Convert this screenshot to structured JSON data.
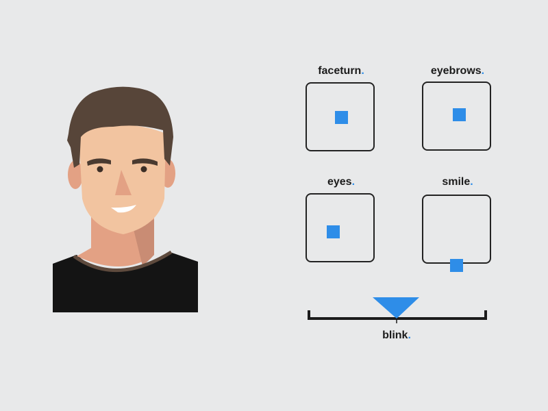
{
  "controls": [
    {
      "label": "faceturn",
      "suffix": ".",
      "value_x": 0.5,
      "value_y": 0.5
    },
    {
      "label": "eyebrows",
      "suffix": ".",
      "value_x": 0.5,
      "value_y": 0.45
    },
    {
      "label": "eyes",
      "suffix": ".",
      "value_x": 0.38,
      "value_y": 0.55
    },
    {
      "label": "smile",
      "suffix": ".",
      "value_x": 0.5,
      "value_y": 1.0
    }
  ],
  "blink": {
    "label": "blink",
    "suffix": ".",
    "value": 0.5
  },
  "colors": {
    "accent": "#2e8de8",
    "background": "#e8e9ea",
    "skin": "#f2c4a0",
    "hair": "#574539",
    "shirt": "#141414"
  }
}
